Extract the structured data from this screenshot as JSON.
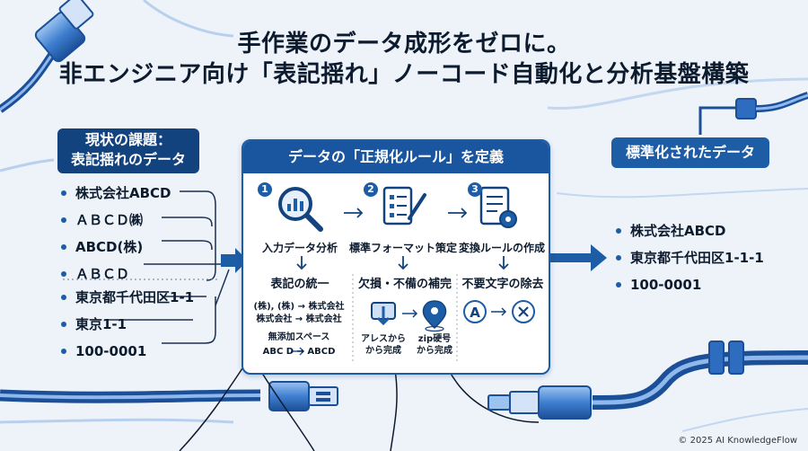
{
  "title": {
    "line1": "手作業のデータ成形をゼロに。",
    "line2": "非エンジニア向け「表記揺れ」ノーコード自動化と分析基盤構築"
  },
  "left": {
    "heading_line1": "現状の課題：",
    "heading_line2": "表記揺れのデータ",
    "company_variants": [
      "株式会社ABCD",
      "ＡＢＣＤ㈱",
      "ABCD(株)",
      "ＡＢＣＤ"
    ],
    "address_variants": [
      "東京都千代田区1-1",
      "東京1-1",
      "100-0001"
    ]
  },
  "center": {
    "heading": "データの「正規化ルール」を定義",
    "steps": [
      {
        "number": "1",
        "label": "入力データ分析",
        "action": "表記の統一"
      },
      {
        "number": "2",
        "label": "標準フォーマット策定",
        "action": "欠損・不備の補完"
      },
      {
        "number": "3",
        "label": "変換ルールの作成",
        "action": "不要文字の除去"
      }
    ],
    "rule_lines": [
      "(株), (株) → 株式会社",
      "株式会社 → 株式会社",
      "無添加スペース",
      "ABC D → ABCD"
    ],
    "complete_items": [
      {
        "line1": "アレスから",
        "line2": "から完成"
      },
      {
        "line1": "zip硬号",
        "line2": "から完成"
      }
    ]
  },
  "right": {
    "heading": "標準化されたデータ",
    "items": [
      "株式会社ABCD",
      "東京都千代田区1-1-1",
      "100-0001"
    ]
  },
  "footer": {
    "copyright": "© 2025 AI KnowledgeFlow"
  },
  "colors": {
    "navy": "#13437f",
    "blue": "#1d5da6",
    "cable": "#3f7fd0",
    "cable_light": "#a9c8ef"
  },
  "icons": [
    "cable-icon",
    "magnifier-chart-icon",
    "checklist-pen-icon",
    "checklist-gear-icon",
    "chat-down-icon",
    "map-pin-icon",
    "letter-a-cycle-icon",
    "x-cycle-icon",
    "arrow-icon"
  ]
}
